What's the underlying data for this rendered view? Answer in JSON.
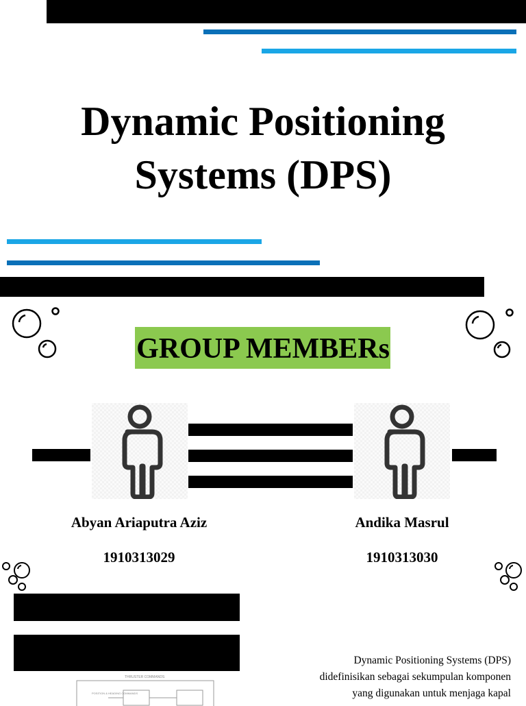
{
  "title": {
    "line1": "Dynamic Positioning",
    "line2": "Systems (DPS)"
  },
  "group_heading": "GROUP MEMBERs",
  "members": [
    {
      "name": "Abyan Ariaputra Aziz",
      "id": "1910313029"
    },
    {
      "name": "Andika Masrul",
      "id": "1910313030"
    }
  ],
  "description": {
    "line1": "Dynamic Positioning Systems (DPS)",
    "line2": "didefinisikan sebagai sekumpulan komponen",
    "line3": "yang digunakan untuk menjaga kapal"
  },
  "diagram": {
    "caption": "THRUSTER COMMANDS",
    "side_label": "POSITION & HEADING COMMANDS"
  },
  "icons": [
    "bubbles-icon",
    "person-icon"
  ],
  "colors": {
    "accent_green": "#8bc94f",
    "blue_dark": "#0a70b8",
    "blue_light": "#1aa6e6",
    "black": "#000000"
  }
}
